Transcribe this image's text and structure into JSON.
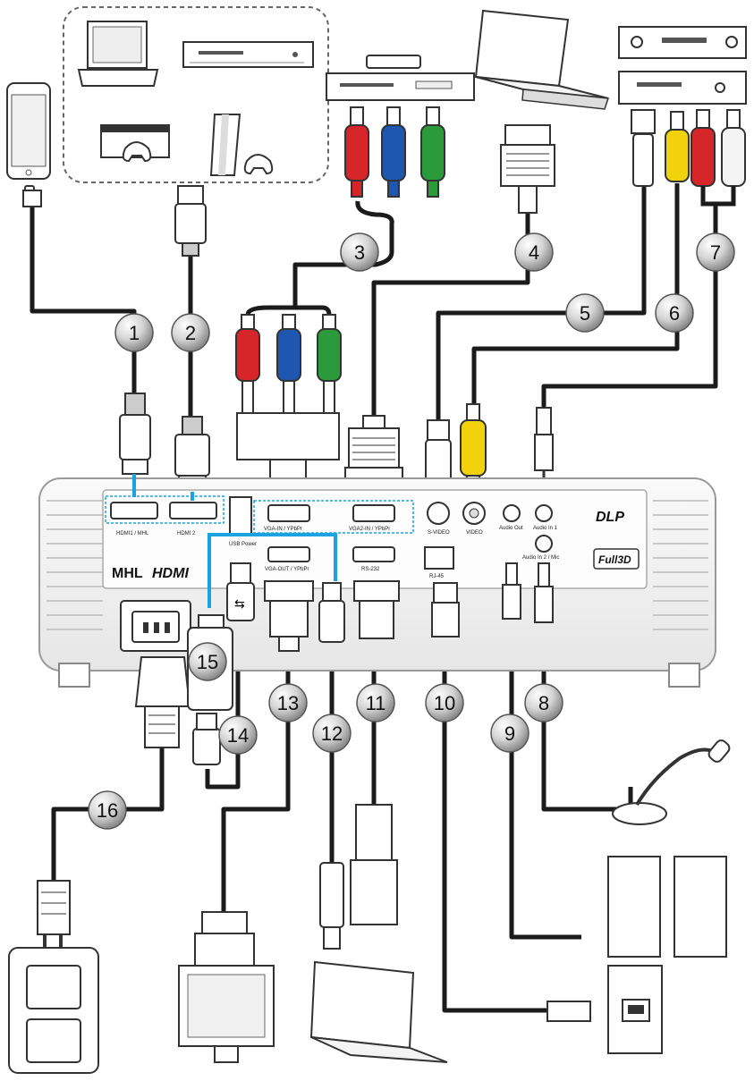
{
  "colors": {
    "cable": "#1b1b1b",
    "highlight": "#1aa3e0",
    "rca_red": "#d6262a",
    "rca_blue": "#1f56b0",
    "rca_green": "#2a9a3a",
    "rca_yellow": "#f2d20c",
    "rca_white": "#f4f4f4",
    "outline": "#333333"
  },
  "projector": {
    "logo_mhl": "MHL",
    "logo_hdmi": "HDMI",
    "dlp_logo": "DLP",
    "badge_3d": "Full3D",
    "ports": [
      {
        "id": "hdmi1",
        "label": "HDMI1 / MHL"
      },
      {
        "id": "hdmi2",
        "label": "HDMI 2"
      },
      {
        "id": "usb_power",
        "label": "USB Power"
      },
      {
        "id": "vga1",
        "label": "VGA-IN / YPbPr"
      },
      {
        "id": "vga2",
        "label": "VGA2-IN / YPbPr"
      },
      {
        "id": "vga_out",
        "label": "VGA-OUT / YPbPr"
      },
      {
        "id": "rs232",
        "label": "RS-232"
      },
      {
        "id": "rj45",
        "label": "RJ-45"
      },
      {
        "id": "svideo",
        "label": "S-VIDEO"
      },
      {
        "id": "video",
        "label": "VIDEO"
      },
      {
        "id": "audio_out",
        "label": "Audio Out"
      },
      {
        "id": "audio_in1",
        "label": "Audio In 1"
      },
      {
        "id": "audio_in2",
        "label": "Audio In 2 / Mic"
      }
    ]
  },
  "callouts": [
    "1",
    "2",
    "3",
    "4",
    "5",
    "6",
    "7",
    "8",
    "9",
    "10",
    "11",
    "12",
    "13",
    "14",
    "15",
    "16"
  ]
}
